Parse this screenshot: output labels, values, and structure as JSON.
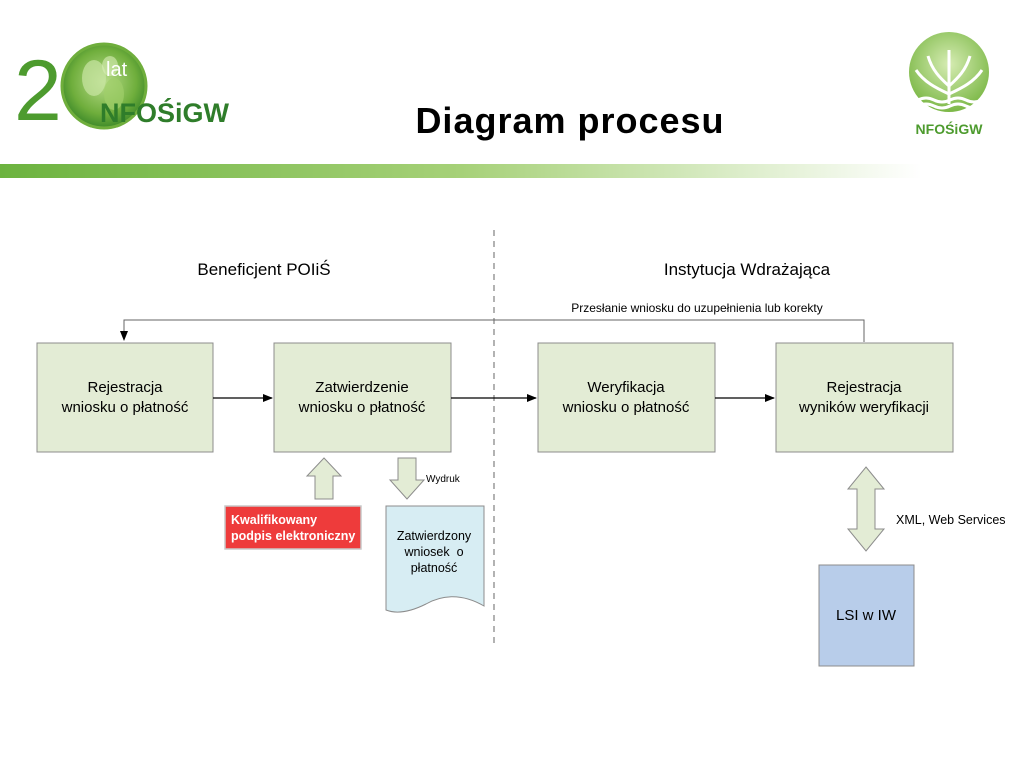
{
  "header": {
    "title": "Diagram procesu",
    "logo_left": {
      "number": "2",
      "lat": "lat",
      "brand": "NFOŚiGW"
    },
    "logo_right": {
      "brand": "NFOŚiGW"
    }
  },
  "diagram": {
    "lanes": {
      "left": "Beneficjent POIiŚ",
      "right": "Instytucja Wdrażająca"
    },
    "feedback_label": "Przesłanie wniosku do uzupełnienia lub korekty",
    "boxes": {
      "b1": {
        "line1": "Rejestracja",
        "line2": "wniosku o płatność"
      },
      "b2": {
        "line1": "Zatwierdzenie",
        "line2": "wniosku o płatność"
      },
      "b3": {
        "line1": "Weryfikacja",
        "line2": "wniosku o płatność"
      },
      "b4": {
        "line1": "Rejestracja",
        "line2": "wyników weryfikacji"
      }
    },
    "signature": {
      "line1": "Kwalifikowany",
      "line2": "podpis elektroniczny"
    },
    "print_label": "Wydruk",
    "document": {
      "line1": "Zatwierdzony",
      "line2": "wniosek  o",
      "line3": "płatność"
    },
    "interface_label": "XML, Web Services",
    "system": "LSI w IW",
    "colors": {
      "box_fill": "#e3ecd5",
      "box_stroke": "#8c8c8c",
      "signature_fill": "#ee3b3b",
      "document_fill": "#d7edf3",
      "system_fill": "#b8cdea",
      "brand_green": "#4d9b2e"
    }
  }
}
